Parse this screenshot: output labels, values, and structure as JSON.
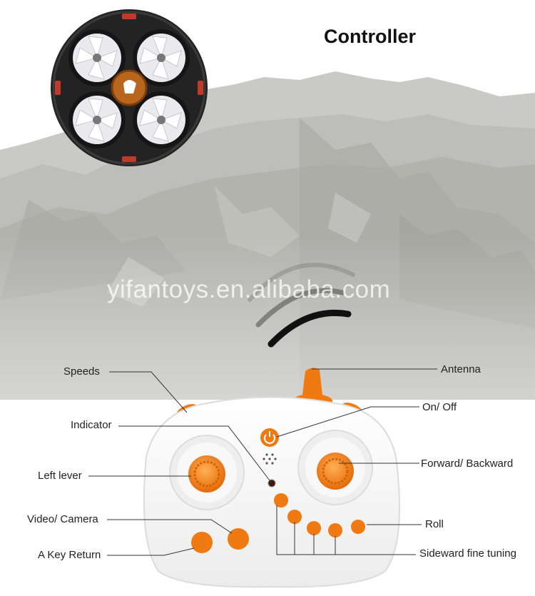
{
  "title": "Controller",
  "watermark": "yifantoys.en.alibaba.com",
  "colors": {
    "accent_orange": "#f07a12",
    "controller_body": "#f7f7f7",
    "drone_frame": "#2a2a2a"
  },
  "labels": {
    "speeds": "Speeds",
    "indicator": "Indicator",
    "left_lever": "Left lever",
    "video_camera": "Video/ Camera",
    "a_key_return": "A Key Return",
    "antenna": "Antenna",
    "on_off": "On/ Off",
    "forward_backward": "Forward/ Backward",
    "roll": "Roll",
    "sideward_fine_tuning": "Sideward fine tuning"
  }
}
